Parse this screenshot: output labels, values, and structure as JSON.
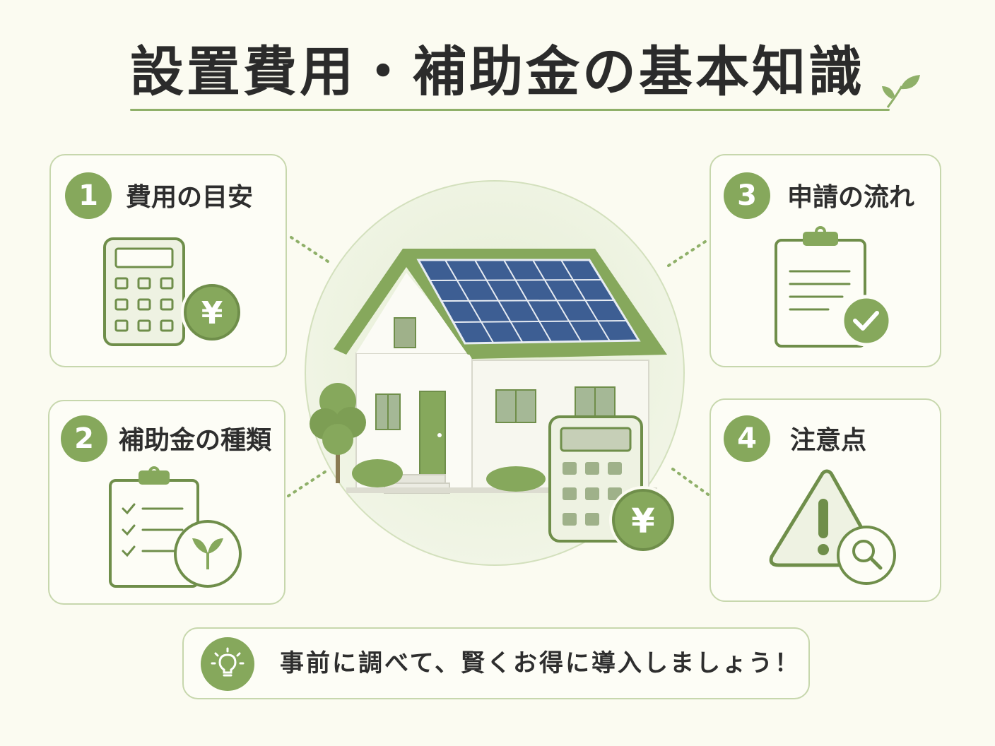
{
  "title": "設置費用・補助金の基本知識",
  "colors": {
    "accent_green": "#86a85c",
    "light_green": "#c7d7ad",
    "background": "#fbfbf1",
    "panel_blue": "#3d5e93"
  },
  "cards": [
    {
      "number": "1",
      "label": "費用の目安",
      "icon": "calculator-yen-icon"
    },
    {
      "number": "2",
      "label": "補助金の種類",
      "icon": "checklist-sprout-icon"
    },
    {
      "number": "3",
      "label": "申請の流れ",
      "icon": "clipboard-check-icon"
    },
    {
      "number": "4",
      "label": "注意点",
      "icon": "warning-magnifier-icon"
    }
  ],
  "center": {
    "icon": "solar-house-icon",
    "currency_symbol": "¥"
  },
  "tip": {
    "icon": "lightbulb-icon",
    "text": "事前に調べて、賢くお得に導入しましょう！"
  }
}
